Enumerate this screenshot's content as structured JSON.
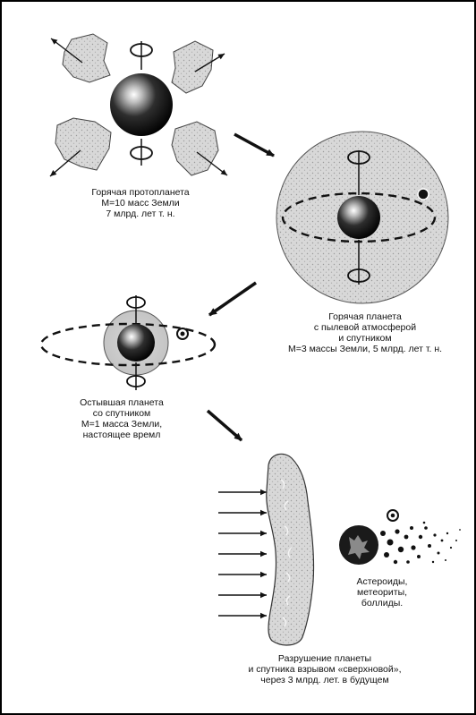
{
  "stages": [
    {
      "id": "hot-protoplanet",
      "caption": [
        "Горячая протопланета",
        "М=10 масс Земли",
        "7 млрд. лет т. н."
      ]
    },
    {
      "id": "hot-planet-dusty-atmosphere",
      "caption": [
        "Горячая планета",
        "с пылевой атмосферой",
        "и спутником",
        "М=3 массы Земли, 5 млрд. лет т. н."
      ]
    },
    {
      "id": "cooled-planet",
      "caption": [
        "Остывшая планета",
        "со спутником",
        "М=1 масса Земли,",
        "настоящее времл"
      ]
    },
    {
      "id": "planet-destruction",
      "caption": [
        "Разрушение планеты",
        "и спутника взрывом «сверхновой»,",
        "через 3 млрд. лет. в будущем"
      ]
    }
  ],
  "debris_label": [
    "Астероиды,",
    "метеориты,",
    "боллиды."
  ],
  "colors": {
    "ink": "#111111",
    "halo": "#cfcfcf",
    "fragment": "#d6d6d6",
    "ring": "#000000"
  }
}
